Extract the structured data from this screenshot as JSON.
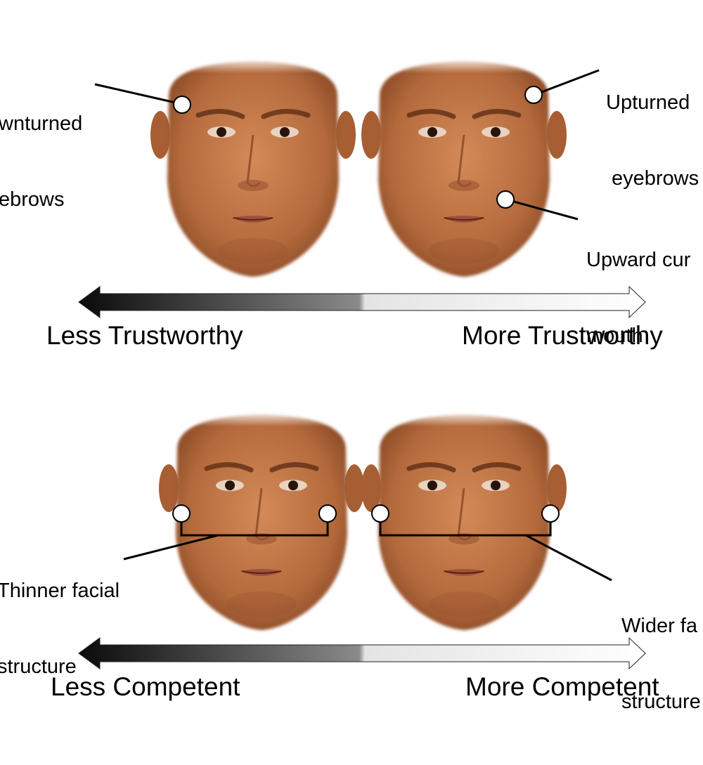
{
  "panels": [
    {
      "annotations": [
        {
          "lines": [
            "wnturned",
            "ebrows"
          ]
        },
        {
          "lines": [
            "Upturned",
            "eyebrows"
          ]
        },
        {
          "lines": [
            "Upward cur",
            "mouth"
          ]
        }
      ],
      "scale": {
        "left": "Less Trustworthy",
        "right": "More Trustworthy"
      }
    },
    {
      "annotations": [
        {
          "lines": [
            "Thinner facial",
            "structure"
          ]
        },
        {
          "lines": [
            "Wider fa",
            "structure"
          ]
        }
      ],
      "scale": {
        "left": "Less Competent",
        "right": "More Competent"
      }
    }
  ],
  "colors": {
    "skin": "#c07848",
    "skin_shadow": "#8a4a26",
    "marker_fill": "#ffffff",
    "line": "#000000",
    "arrow_dark": "#111111",
    "arrow_light": "#ffffff"
  }
}
